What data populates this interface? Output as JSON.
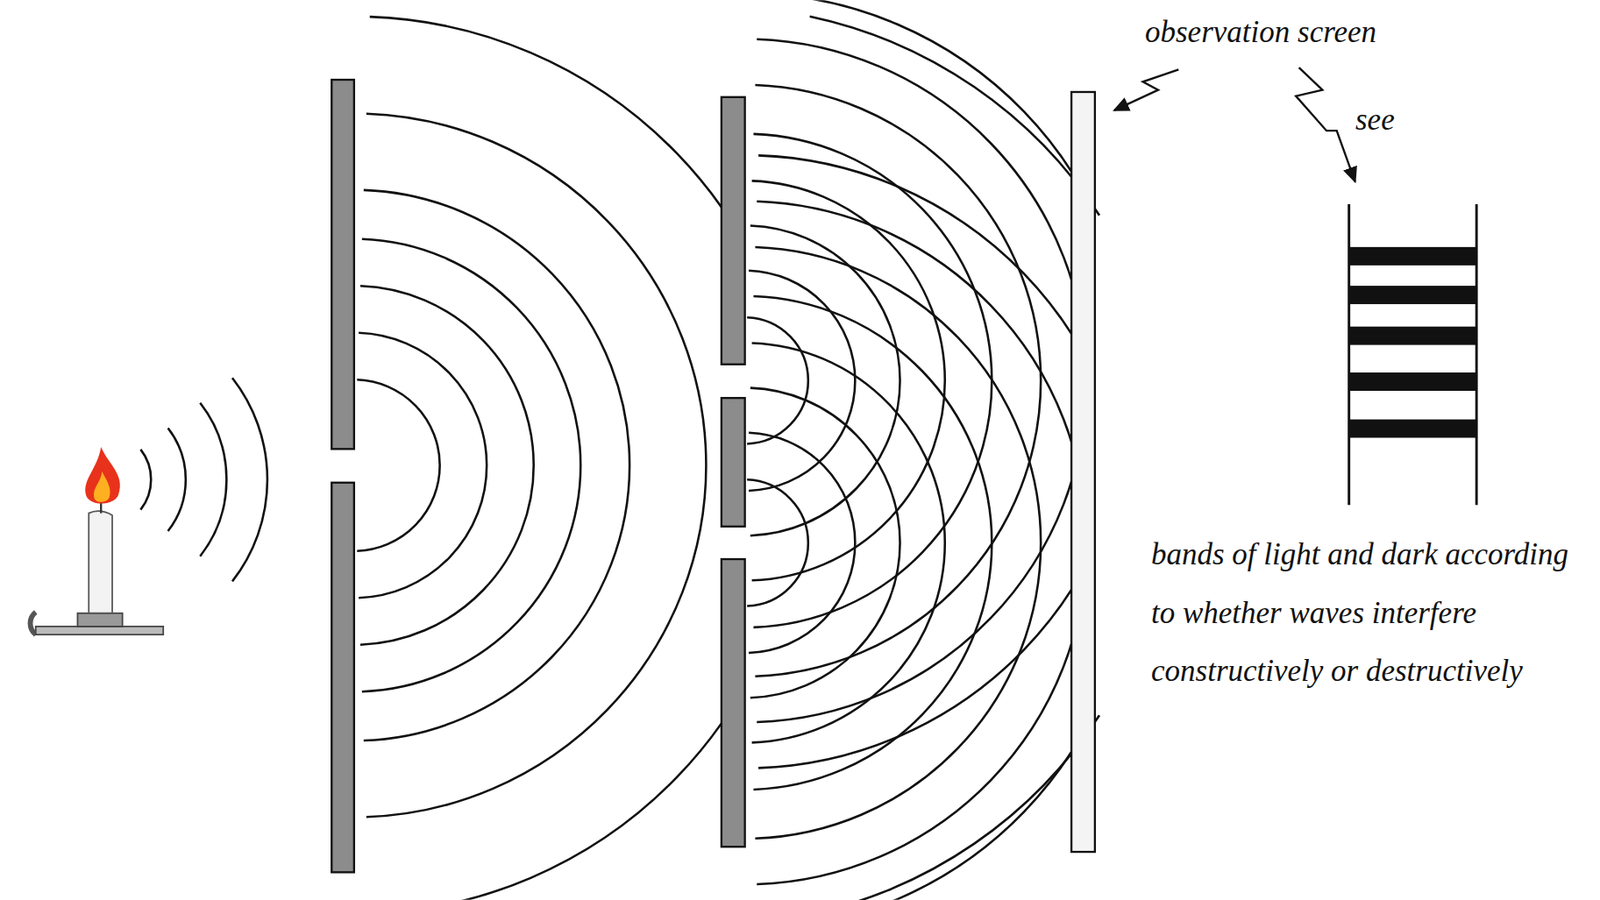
{
  "diagram": {
    "labels": [
      "observation screen",
      "see",
      "bands of light and dark according to whether waves interfere constructively or destructively"
    ]
  }
}
